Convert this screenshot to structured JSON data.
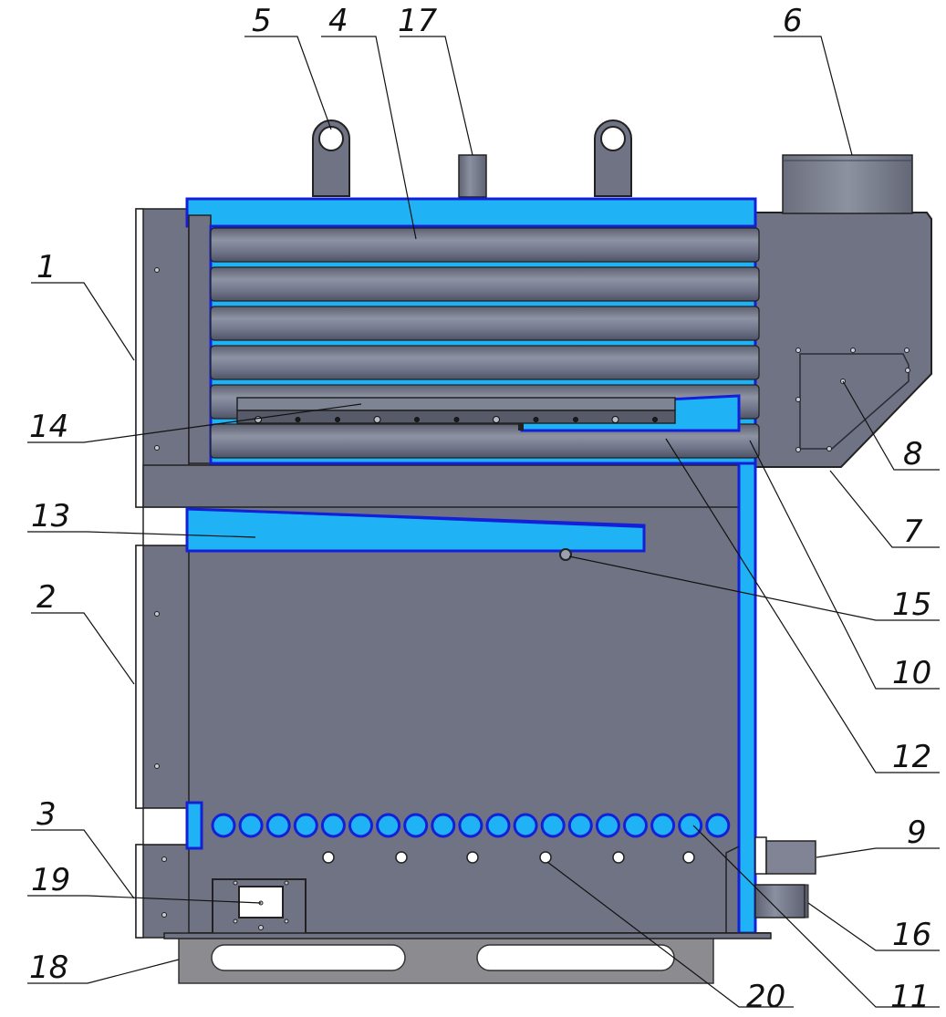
{
  "colors": {
    "body": "#6f7383",
    "body_dark": "#5a5e6c",
    "water": "#1fb3f5",
    "water_edge": "#1420d8",
    "leader": "#111111",
    "stand": "#8a8a8f",
    "tube_light": "#8c91a2",
    "tube_shadow": "#54586a"
  },
  "callouts": [
    {
      "id": "1",
      "label": "1"
    },
    {
      "id": "2",
      "label": "2"
    },
    {
      "id": "3",
      "label": "3"
    },
    {
      "id": "4",
      "label": "4"
    },
    {
      "id": "5",
      "label": "5"
    },
    {
      "id": "6",
      "label": "6"
    },
    {
      "id": "7",
      "label": "7"
    },
    {
      "id": "8",
      "label": "8"
    },
    {
      "id": "9",
      "label": "9"
    },
    {
      "id": "10",
      "label": "10"
    },
    {
      "id": "11",
      "label": "11"
    },
    {
      "id": "12",
      "label": "12"
    },
    {
      "id": "13",
      "label": "13"
    },
    {
      "id": "14",
      "label": "14"
    },
    {
      "id": "15",
      "label": "15"
    },
    {
      "id": "16",
      "label": "16"
    },
    {
      "id": "17",
      "label": "17"
    },
    {
      "id": "18",
      "label": "18"
    },
    {
      "id": "19",
      "label": "19"
    },
    {
      "id": "20",
      "label": "20"
    }
  ]
}
